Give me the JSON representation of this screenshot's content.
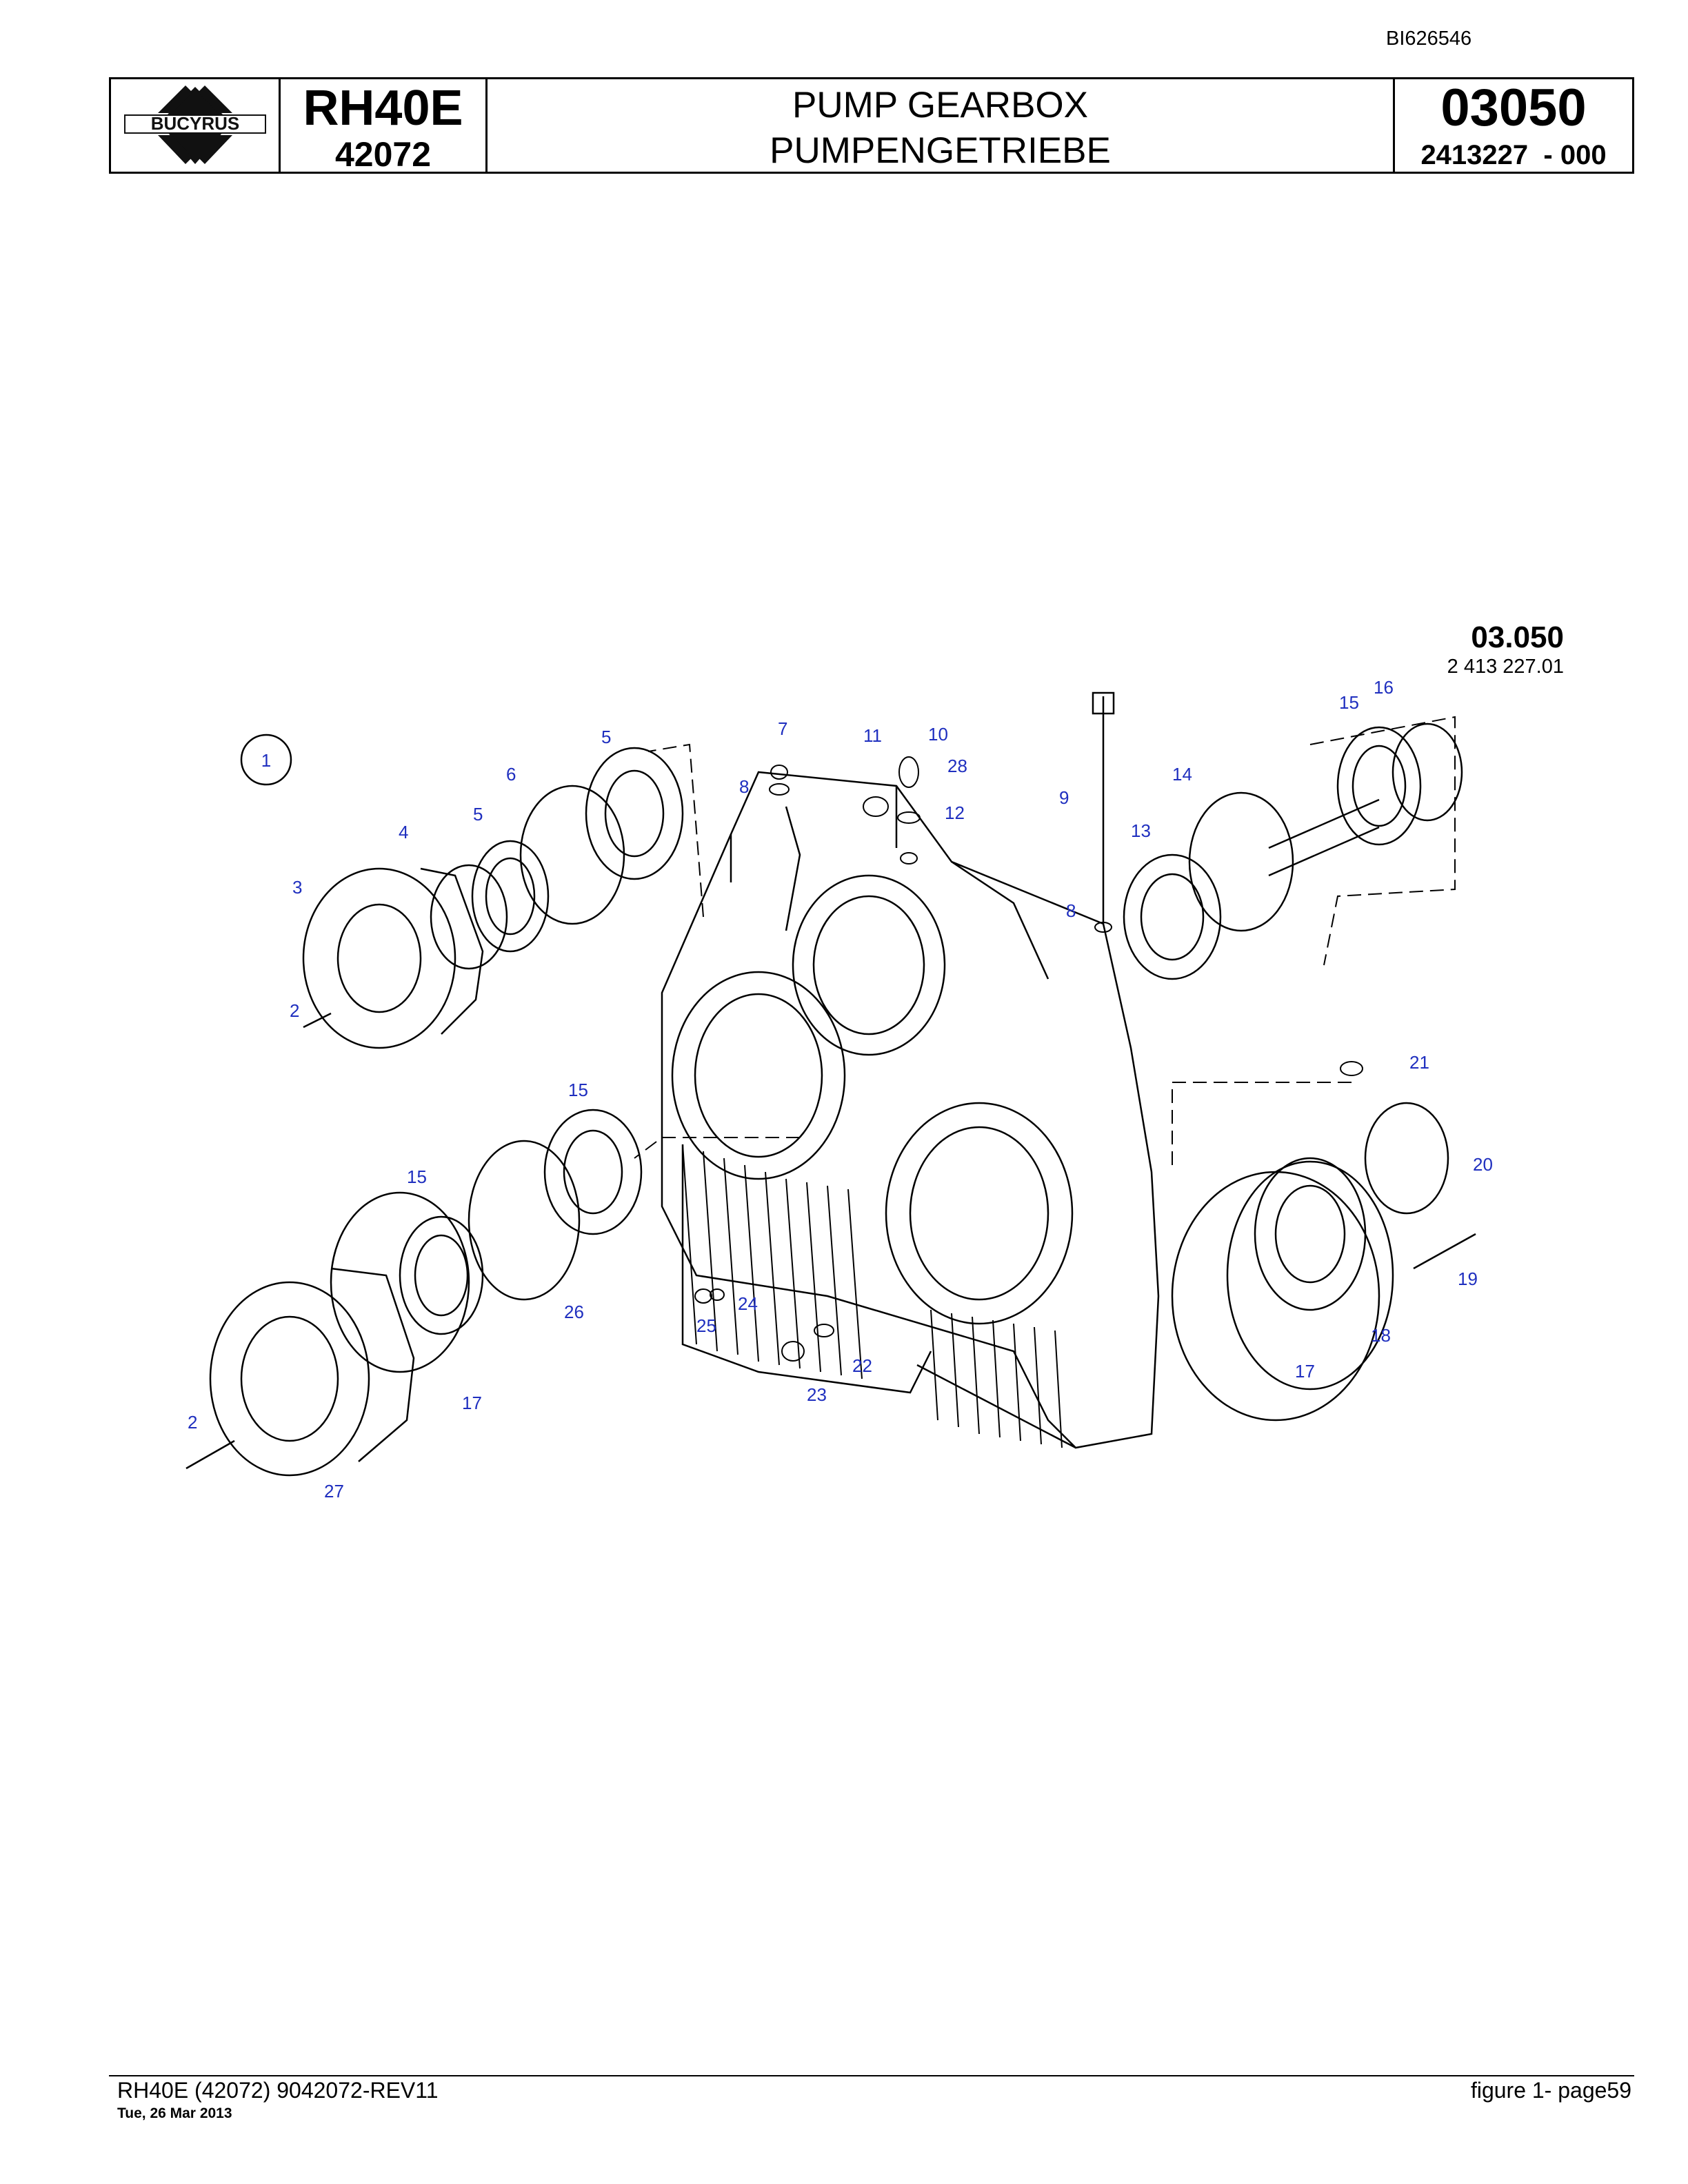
{
  "document_id": "BI626546",
  "header": {
    "logo_text": "BUCYRUS",
    "model": "RH40E",
    "serial": "42072",
    "title_en": "PUMP GEARBOX",
    "title_de": "PUMPENGETRIEBE",
    "group_number": "03050",
    "part_number": "2413227  - 000"
  },
  "figure": {
    "code": "03.050",
    "drawing_number": "2 413 227.01",
    "item_callout": "1",
    "labels": [
      "2",
      "2",
      "3",
      "4",
      "5",
      "5",
      "6",
      "7",
      "8",
      "8",
      "9",
      "10",
      "11",
      "12",
      "13",
      "14",
      "15",
      "15",
      "15",
      "16",
      "17",
      "17",
      "18",
      "19",
      "20",
      "21",
      "22",
      "23",
      "24",
      "25",
      "26",
      "27",
      "28"
    ]
  },
  "footer": {
    "left_line1": "RH40E (42072) 9042072-REV11",
    "left_line2": "Tue, 26 Mar 2013",
    "right": "figure  1- page59"
  },
  "colors": {
    "callout_blue": "#1f2fbf",
    "line": "#000000"
  }
}
